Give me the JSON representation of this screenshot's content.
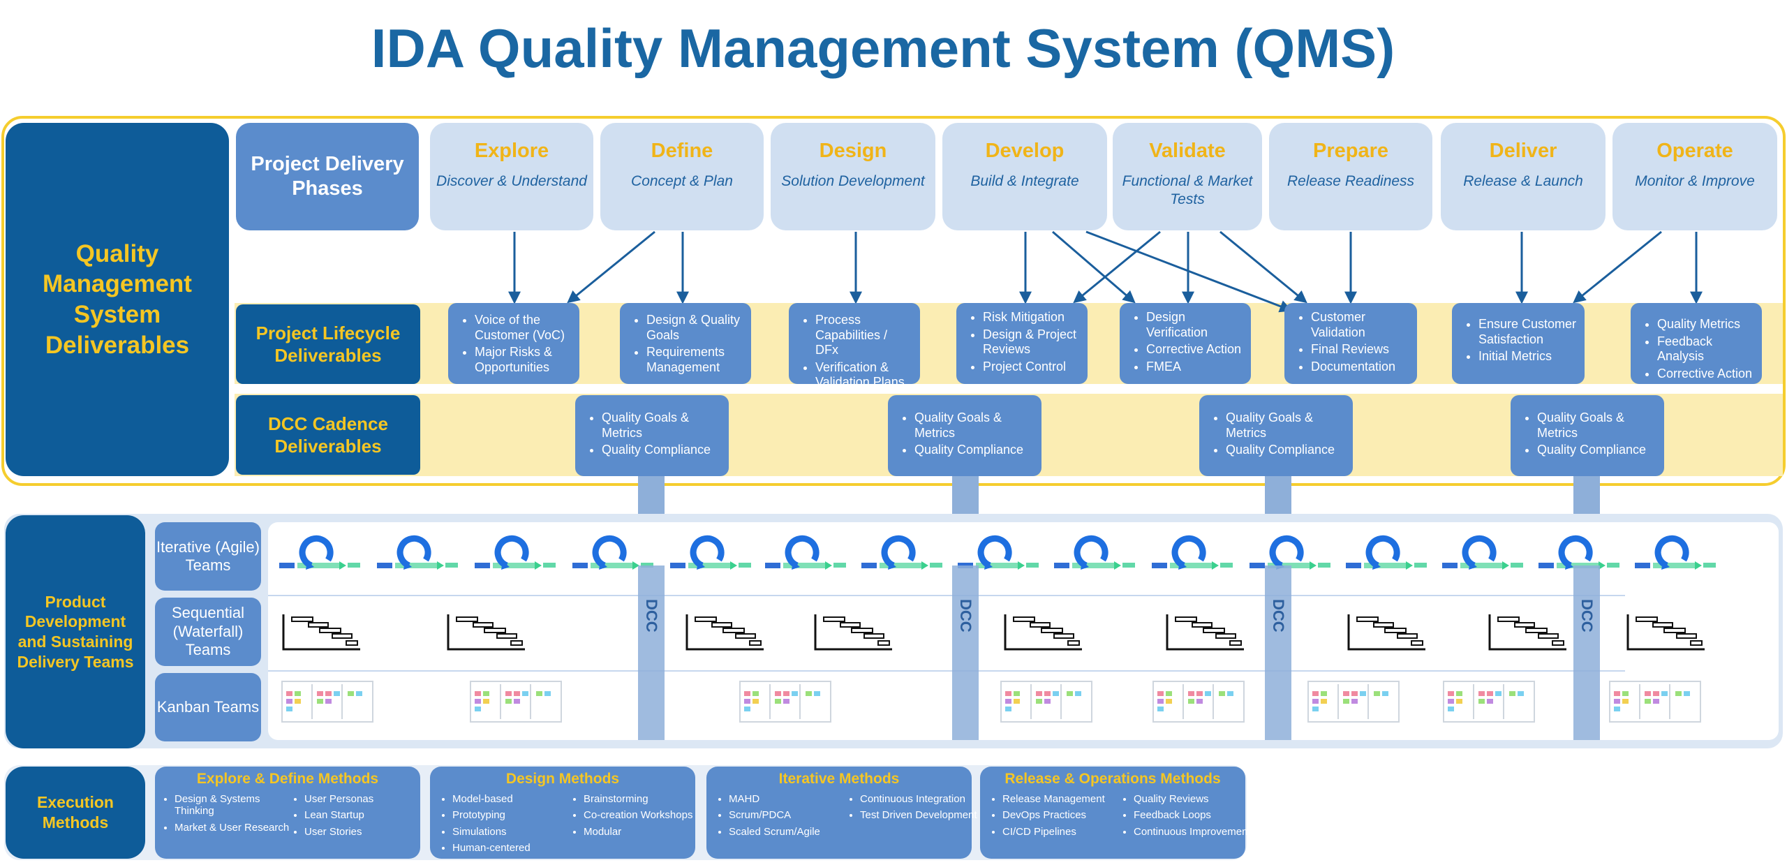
{
  "title": "IDA Quality Management System (QMS)",
  "qms_label": "Quality Management System Deliverables",
  "phases_label": "Project Delivery Phases",
  "phases": [
    {
      "name": "Explore",
      "sub": "Discover & Understand"
    },
    {
      "name": "Define",
      "sub": "Concept & Plan"
    },
    {
      "name": "Design",
      "sub": "Solution Development"
    },
    {
      "name": "Develop",
      "sub": "Build & Integrate"
    },
    {
      "name": "Validate",
      "sub": "Functional & Market Tests"
    },
    {
      "name": "Prepare",
      "sub": "Release Readiness"
    },
    {
      "name": "Deliver",
      "sub": "Release & Launch"
    },
    {
      "name": "Operate",
      "sub": "Monitor & Improve"
    }
  ],
  "lifecycle_label": "Project Lifecycle Deliverables",
  "lifecycle": [
    [
      "Voice of the Customer (VoC)",
      "Major Risks & Opportunities"
    ],
    [
      "Design & Quality Goals",
      "Requirements Management"
    ],
    [
      "Process Capabilities / DFx",
      "Verification & Validation Plans"
    ],
    [
      "Risk Mitigation",
      "Design & Project Reviews",
      "Project Control"
    ],
    [
      "Design Verification",
      "Corrective Action",
      "FMEA"
    ],
    [
      "Customer Validation",
      "Final Reviews",
      "Documentation"
    ],
    [
      "Ensure Customer Satisfaction",
      "Initial Metrics"
    ],
    [
      "Quality Metrics",
      "Feedback Analysis",
      "Corrective Action"
    ]
  ],
  "dcc_label": "DCC Cadence Deliverables",
  "dcc_items": [
    "Quality Goals & Metrics",
    "Quality Compliance"
  ],
  "dcc_tag": "DCC",
  "product_label": "Product Development and Sustaining Delivery Teams",
  "teams": [
    "Iterative (Agile) Teams",
    "Sequential (Waterfall) Teams",
    "Kanban Teams"
  ],
  "execution_label": "Execution Methods",
  "methods": [
    {
      "title": "Explore & Define Methods",
      "col1": [
        "Design & Systems Thinking",
        "Market & User Research"
      ],
      "col2": [
        "User Personas",
        "Lean Startup",
        "User Stories"
      ]
    },
    {
      "title": "Design Methods",
      "col1": [
        "Model-based",
        "Prototyping",
        "Simulations",
        "Human-centered"
      ],
      "col2": [
        "Brainstorming",
        "Co-creation Workshops",
        "Modular"
      ]
    },
    {
      "title": "Iterative Methods",
      "col1": [
        "MAHD",
        "Scrum/PDCA",
        "Scaled Scrum/Agile"
      ],
      "col2": [
        "Continuous Integration",
        "Test Driven Development"
      ]
    },
    {
      "title": "Release & Operations Methods",
      "col1": [
        "Release Management",
        "DevOps Practices",
        "CI/CD Pipelines"
      ],
      "col2": [
        "Quality Reviews",
        "Feedback Loops",
        "Continuous Improvement"
      ]
    }
  ],
  "colors": {
    "dark_blue": "#0e5c99",
    "mid_blue": "#5b8ccc",
    "light_blue": "#d0dff1",
    "yellow": "#f5c623",
    "cream": "#fbedb3",
    "title_blue": "#1a67a3"
  }
}
